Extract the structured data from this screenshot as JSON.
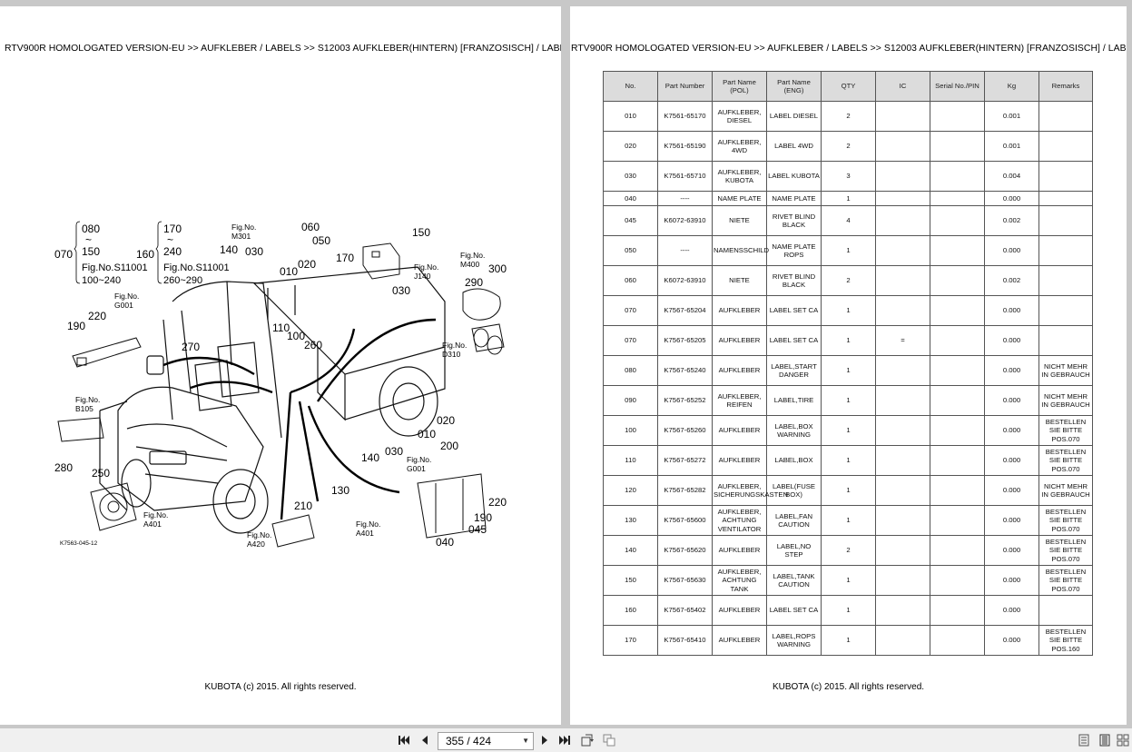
{
  "left_page": {
    "header": "RTV900R HOMOLOGATED VERSION-EU >> AUFKLEBER / LABELS >> S12003   AUFKLEBER(HINTERN) [FRANZOSISCH] / LABEL",
    "copyright": "KUBOTA (c) 2015. All rights reserved.",
    "diagram": {
      "code": "K7563-045-12",
      "bracket_a": [
        "080",
        "~",
        "150",
        "Fig.No.S11001",
        "100~240"
      ],
      "bracket_b": [
        "170",
        "~",
        "240",
        "Fig.No.S11001",
        "260~290"
      ],
      "bracket_a_prefix": "070",
      "bracket_b_prefix": "160",
      "labels": {
        "l060": "060",
        "l050": "050",
        "l150": "150",
        "l140": "140",
        "l030a": "030",
        "l170": "170",
        "l010a": "010",
        "l020a": "020",
        "l030b": "030",
        "l290": "290",
        "l300": "300",
        "l220a": "220",
        "l190a": "190",
        "l270": "270",
        "l110": "110",
        "l100": "100",
        "l260": "260",
        "l020b": "020",
        "l010b": "010",
        "l140b": "140",
        "l030c": "030",
        "l200": "200",
        "l280": "280",
        "l250": "250",
        "l130": "130",
        "l210": "210",
        "l220b": "220",
        "l190b": "190",
        "l045": "045",
        "l040": "040"
      },
      "figs": {
        "m301": [
          "Fig.No.",
          "M301"
        ],
        "j140": [
          "Fig.No.",
          "J140"
        ],
        "m400": [
          "Fig.No.",
          "M400"
        ],
        "g001a": [
          "Fig.No.",
          "G001"
        ],
        "d310": [
          "Fig.No.",
          "D310"
        ],
        "b105": [
          "Fig.No.",
          "B105"
        ],
        "g001b": [
          "Fig.No.",
          "G001"
        ],
        "a401a": [
          "Fig.No.",
          "A401"
        ],
        "a401b": [
          "Fig.No.",
          "A401"
        ],
        "a420": [
          "Fig.No.",
          "A420"
        ]
      }
    }
  },
  "right_page": {
    "header": "RTV900R HOMOLOGATED VERSION-EU >> AUFKLEBER / LABELS >> S12003   AUFKLEBER(HINTERN) [FRANZOSISCH] / LABEL",
    "copyright": "KUBOTA (c) 2015. All rights reserved.",
    "table": {
      "headers": [
        "No.",
        "Part Number",
        "Part Name (POL)",
        "Part Name (ENG)",
        "QTY",
        "IC",
        "Serial No./PIN",
        "Kg",
        "Remarks"
      ],
      "rows": [
        [
          "010",
          "K7561-65170",
          "AUFKLEBER, DIESEL",
          "LABEL DIESEL",
          "2",
          "",
          "",
          "0.001",
          ""
        ],
        [
          "020",
          "K7561-65190",
          "AUFKLEBER, 4WD",
          "LABEL 4WD",
          "2",
          "",
          "",
          "0.001",
          ""
        ],
        [
          "030",
          "K7561-65710",
          "AUFKLEBER, KUBOTA",
          "LABEL KUBOTA",
          "3",
          "",
          "",
          "0.004",
          ""
        ],
        [
          "040",
          "----",
          "NAME PLATE",
          "NAME PLATE",
          "1",
          "",
          "",
          "0.000",
          ""
        ],
        [
          "045",
          "K6072-63910",
          "NIETE",
          "RIVET BLIND BLACK",
          "4",
          "",
          "",
          "0.002",
          ""
        ],
        [
          "050",
          "----",
          "NAMENSSCHILD",
          "NAME PLATE ROPS",
          "1",
          "",
          "",
          "0.000",
          ""
        ],
        [
          "060",
          "K6072-63910",
          "NIETE",
          "RIVET BLIND BLACK",
          "2",
          "",
          "",
          "0.002",
          ""
        ],
        [
          "070",
          "K7567-65204",
          "AUFKLEBER",
          "LABEL SET CA",
          "1",
          "",
          "",
          "0.000",
          ""
        ],
        [
          "070",
          "K7567-65205",
          "AUFKLEBER",
          "LABEL SET CA",
          "1",
          "=",
          "",
          "0.000",
          ""
        ],
        [
          "080",
          "K7567-65240",
          "AUFKLEBER",
          "LABEL,START DANGER",
          "1",
          "",
          "",
          "0.000",
          "NICHT MEHR IN GEBRAUCH"
        ],
        [
          "090",
          "K7567-65252",
          "AUFKLEBER, REIFEN",
          "LABEL,TIRE",
          "1",
          "",
          "",
          "0.000",
          "NICHT MEHR IN GEBRAUCH"
        ],
        [
          "100",
          "K7567-65260",
          "AUFKLEBER",
          "LABEL,BOX WARNING",
          "1",
          "",
          "",
          "0.000",
          "BESTELLEN SIE BITTE POS.070"
        ],
        [
          "110",
          "K7567-65272",
          "AUFKLEBER",
          "LABEL,BOX",
          "1",
          "",
          "",
          "0.000",
          "BESTELLEN SIE BITTE POS.070"
        ],
        [
          "120",
          "K7567-65282",
          "AUFKLEBER, SICHERUNGSKASTEN",
          "LABEL(FUSE BOX)",
          "1",
          "",
          "",
          "0.000",
          "NICHT MEHR IN GEBRAUCH"
        ],
        [
          "130",
          "K7567-65600",
          "AUFKLEBER, ACHTUNG VENTILATOR",
          "LABEL,FAN CAUTION",
          "1",
          "",
          "",
          "0.000",
          "BESTELLEN SIE BITTE POS.070"
        ],
        [
          "140",
          "K7567-65620",
          "AUFKLEBER",
          "LABEL,NO STEP",
          "2",
          "",
          "",
          "0.000",
          "BESTELLEN SIE BITTE POS.070"
        ],
        [
          "150",
          "K7567-65630",
          "AUFKLEBER, ACHTUNG TANK",
          "LABEL,TANK CAUTION",
          "1",
          "",
          "",
          "0.000",
          "BESTELLEN SIE BITTE POS.070"
        ],
        [
          "160",
          "K7567-65402",
          "AUFKLEBER",
          "LABEL SET CA",
          "1",
          "",
          "",
          "0.000",
          ""
        ],
        [
          "170",
          "K7567-65410",
          "AUFKLEBER",
          "LABEL,ROPS WARNING",
          "1",
          "",
          "",
          "0.000",
          "BESTELLEN SIE BITTE POS.160"
        ]
      ],
      "short_rows": [
        3
      ]
    }
  },
  "toolbar": {
    "page_indicator": "355 / 424",
    "icons": [
      "first-page-icon",
      "previous-page-icon",
      "next-page-icon",
      "last-page-icon",
      "rotate-icon",
      "compare-icon",
      "single-page-view-icon",
      "two-page-view-icon",
      "grid-view-icon"
    ]
  }
}
